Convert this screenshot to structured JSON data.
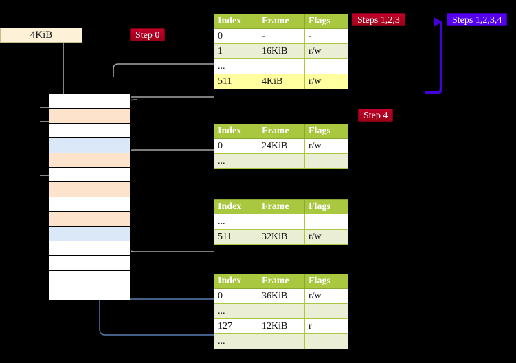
{
  "source_box": {
    "label": "4KiB"
  },
  "badges": {
    "step0": "Step 0",
    "steps123": "Steps 1,2,3",
    "steps1234": "Steps 1,2,3,4",
    "step4": "Step 4"
  },
  "colors": {
    "table_header_green": "#a9c73f",
    "table_alt_row": "#e9eed4",
    "highlight_yellow": "#ffffa0",
    "badge_crimson": "#b00020",
    "badge_blue": "#5500ee",
    "memory_orange": "#fde3cc",
    "memory_blue": "#dbe8f7",
    "source_box_cream": "#fdf2d8",
    "wire_gray": "#9a9a9a",
    "wire_blue": "#4f6f9e"
  },
  "tables": [
    {
      "name": "pml4-table",
      "columns": [
        "Index",
        "Frame",
        "Flags"
      ],
      "rows": [
        {
          "cells": [
            "0",
            "-",
            "-"
          ],
          "alt": false,
          "highlight": false
        },
        {
          "cells": [
            "1",
            "16KiB",
            "r/w"
          ],
          "alt": true,
          "highlight": false
        },
        {
          "cells": [
            "...",
            "",
            ""
          ],
          "alt": false,
          "highlight": false
        },
        {
          "cells": [
            "511",
            "4KiB",
            "r/w"
          ],
          "alt": true,
          "highlight": true
        }
      ]
    },
    {
      "name": "pdpt-table",
      "columns": [
        "Index",
        "Frame",
        "Flags"
      ],
      "rows": [
        {
          "cells": [
            "0",
            "24KiB",
            "r/w"
          ],
          "alt": false,
          "highlight": false
        },
        {
          "cells": [
            "...",
            "",
            ""
          ],
          "alt": true,
          "highlight": false
        }
      ]
    },
    {
      "name": "pd-table",
      "columns": [
        "Index",
        "Frame",
        "Flags"
      ],
      "rows": [
        {
          "cells": [
            "...",
            "",
            ""
          ],
          "alt": false,
          "highlight": false
        },
        {
          "cells": [
            "511",
            "32KiB",
            "r/w"
          ],
          "alt": true,
          "highlight": false
        }
      ]
    },
    {
      "name": "pt-table",
      "columns": [
        "Index",
        "Frame",
        "Flags"
      ],
      "rows": [
        {
          "cells": [
            "0",
            "36KiB",
            "r/w"
          ],
          "alt": false,
          "highlight": false
        },
        {
          "cells": [
            "...",
            "",
            ""
          ],
          "alt": true,
          "highlight": false
        },
        {
          "cells": [
            "127",
            "12KiB",
            "r"
          ],
          "alt": false,
          "highlight": false
        },
        {
          "cells": [
            "...",
            "",
            ""
          ],
          "alt": true,
          "highlight": false
        }
      ]
    }
  ],
  "memory": {
    "name": "physical-memory-column",
    "rows": [
      {
        "fill": "white"
      },
      {
        "fill": "orange"
      },
      {
        "fill": "white"
      },
      {
        "fill": "blue"
      },
      {
        "fill": "orange"
      },
      {
        "fill": "white"
      },
      {
        "fill": "orange"
      },
      {
        "fill": "white"
      },
      {
        "fill": "orange"
      },
      {
        "fill": "blue"
      },
      {
        "fill": "white"
      },
      {
        "fill": "white"
      },
      {
        "fill": "white"
      },
      {
        "fill": "white"
      }
    ]
  }
}
